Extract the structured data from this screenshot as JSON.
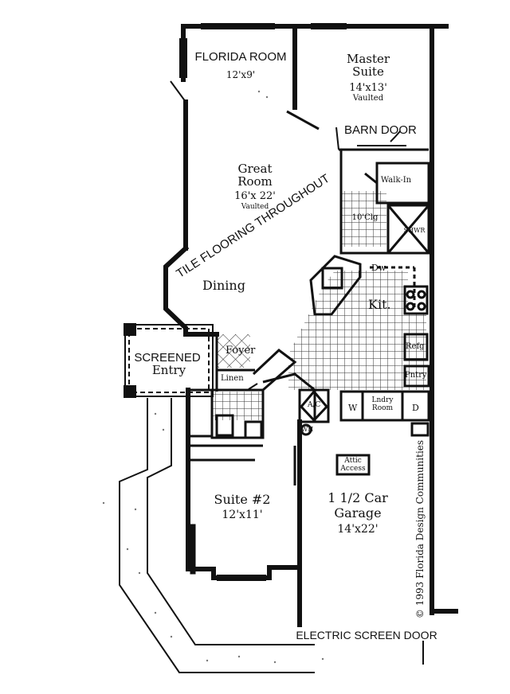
{
  "colors": {
    "ink": "#111111",
    "paper": "#ffffff",
    "tile": "#333333",
    "dots": "#777777"
  },
  "rooms": {
    "florida_room": {
      "name": "FLORIDA ROOM",
      "size": "12'x9'"
    },
    "master_suite": {
      "name_line1": "Master",
      "name_line2": "Suite",
      "size": "14'x13'",
      "note": "Vaulted"
    },
    "barn_door": "BARN DOOR",
    "walk_in": "Walk-In",
    "ceiling": "10'Clg",
    "shower": "SHWR",
    "great_room": {
      "name_line1": "Great",
      "name_line2": "Room",
      "size": "16'x 22'",
      "note": "Vaulted"
    },
    "tile_note": "TILE FLOORING THROUGHOUT",
    "dining": "Dining",
    "dishwasher": "Dw",
    "kitchen": "Kit.",
    "refrigerator": "Refg",
    "pantry": "Pntry",
    "foyer": "Foyer",
    "linen": "Linen",
    "screened_entry": {
      "line1": "SCREENED",
      "line2": "Entry"
    },
    "ac": "A/C",
    "washer": "W",
    "laundry": {
      "line1": "Lndry",
      "line2": "Room"
    },
    "dryer": "D",
    "water_heater": "WH",
    "attic_access": {
      "line1": "Attic",
      "line2": "Access"
    },
    "garage": {
      "line1": "1  1/2 Car",
      "line2": "Garage",
      "size": "14'x22'"
    },
    "suite2": {
      "name": "Suite  #2",
      "size": "12'x11'"
    },
    "electric_screen_door": "ELECTRIC SCREEN DOOR"
  },
  "copyright": "© 1993 Florida Design Communities"
}
